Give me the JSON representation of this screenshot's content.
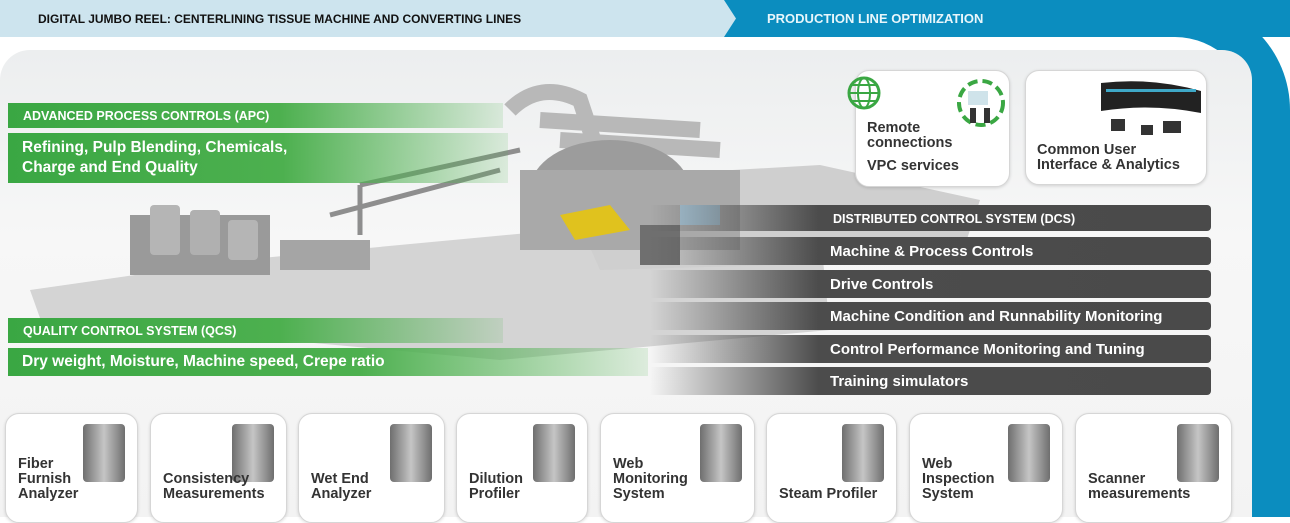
{
  "header": {
    "left_title": "DIGITAL JUMBO REEL: CENTERLINING TISSUE MACHINE AND CONVERTING LINES",
    "right_title": "PRODUCTION LINE OPTIMIZATION"
  },
  "apc": {
    "title": "ADVANCED PROCESS CONTROLS (APC)",
    "body_line1": "Refining, Pulp Blending, Chemicals,",
    "body_line2": "Charge and End Quality"
  },
  "qcs": {
    "title": "QUALITY CONTROL SYSTEM (QCS)",
    "body": "Dry weight, Moisture, Machine speed, Crepe ratio"
  },
  "dcs": {
    "title": "DISTRIBUTED CONTROL SYSTEM (DCS)",
    "items": [
      "Machine & Process Controls",
      "Drive Controls",
      "Machine Condition and Runnability Monitoring",
      "Control Performance Monitoring and Tuning",
      "Training simulators"
    ]
  },
  "top_cards": {
    "remote": {
      "line1": "Remote",
      "line2": "connections",
      "line3": "VPC services"
    },
    "ui": {
      "line1": "Common User",
      "line2": "Interface & Analytics"
    }
  },
  "bottom_cards": [
    {
      "l1": "Fiber",
      "l2": "Furnish",
      "l3": "Analyzer"
    },
    {
      "l1": "",
      "l2": "Consistency",
      "l3": "Measurements"
    },
    {
      "l1": "",
      "l2": "Wet End",
      "l3": "Analyzer"
    },
    {
      "l1": "",
      "l2": "Dilution",
      "l3": "Profiler"
    },
    {
      "l1": "Web",
      "l2": "Monitoring",
      "l3": "System"
    },
    {
      "l1": "",
      "l2": "",
      "l3": "Steam Profiler"
    },
    {
      "l1": "Web",
      "l2": "Inspection",
      "l3": "System"
    },
    {
      "l1": "",
      "l2": "Scanner",
      "l3": "measurements"
    }
  ],
  "colors": {
    "green": "#3aa743",
    "blue": "#0b8dbf",
    "dark": "#4a4a4a"
  }
}
